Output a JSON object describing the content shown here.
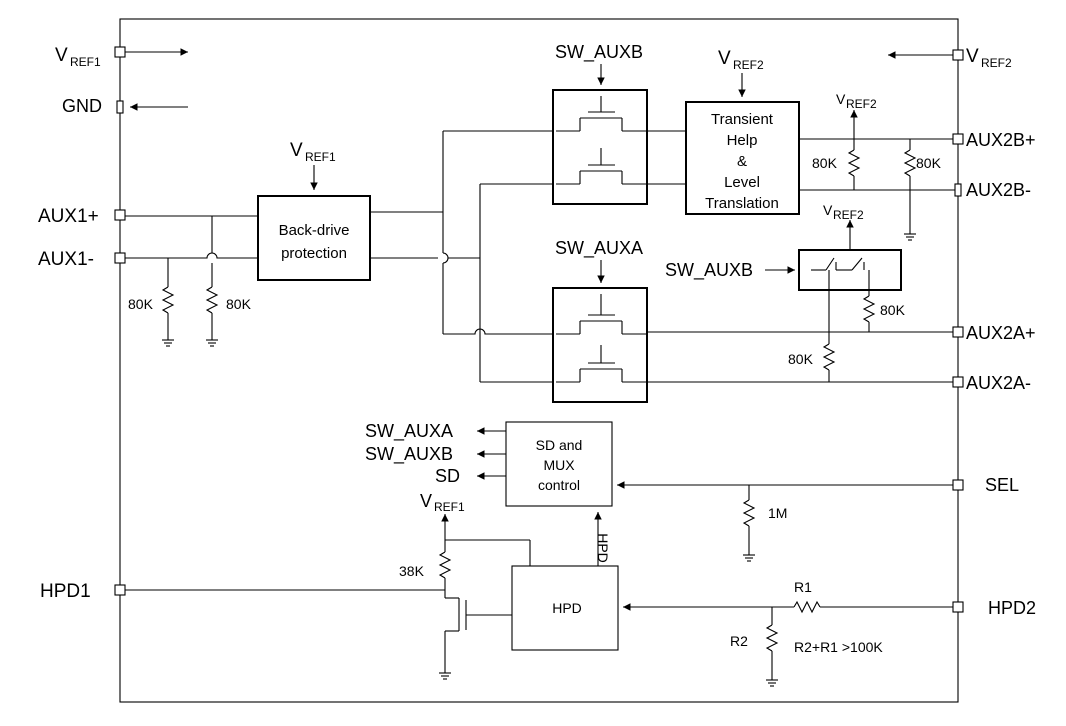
{
  "pins": {
    "vref1": {
      "main": "V",
      "sub": "REF1"
    },
    "gnd": "GND",
    "aux1p": "AUX1+",
    "aux1n": "AUX1-",
    "hpd1": "HPD1",
    "vref2": {
      "main": "V",
      "sub": "REF2"
    },
    "aux2bp": "AUX2B+",
    "aux2bn": "AUX2B-",
    "aux2ap": "AUX2A+",
    "aux2an": "AUX2A-",
    "sel": "SEL",
    "hpd2": "HPD2"
  },
  "blocks": {
    "backdrive": [
      "Back-drive",
      "protection"
    ],
    "transient": [
      "Transient",
      "Help",
      "&",
      "Level",
      "Translation"
    ],
    "sdmux": [
      "SD and",
      "MUX",
      "control"
    ],
    "hpd": "HPD"
  },
  "labels": {
    "sw_auxb": "SW_AUXB",
    "sw_auxa": "SW_AUXA",
    "sd": "SD",
    "hpd_vertical": "HPD",
    "vref_main": "V",
    "vref1_sub": "REF1",
    "vref2_sub": "REF2"
  },
  "resistors": {
    "r80k": "80K",
    "r1m": "1M",
    "r38k": "38K",
    "r1": "R1",
    "r2": "R2",
    "r_note": "R2+R1 >100K"
  }
}
